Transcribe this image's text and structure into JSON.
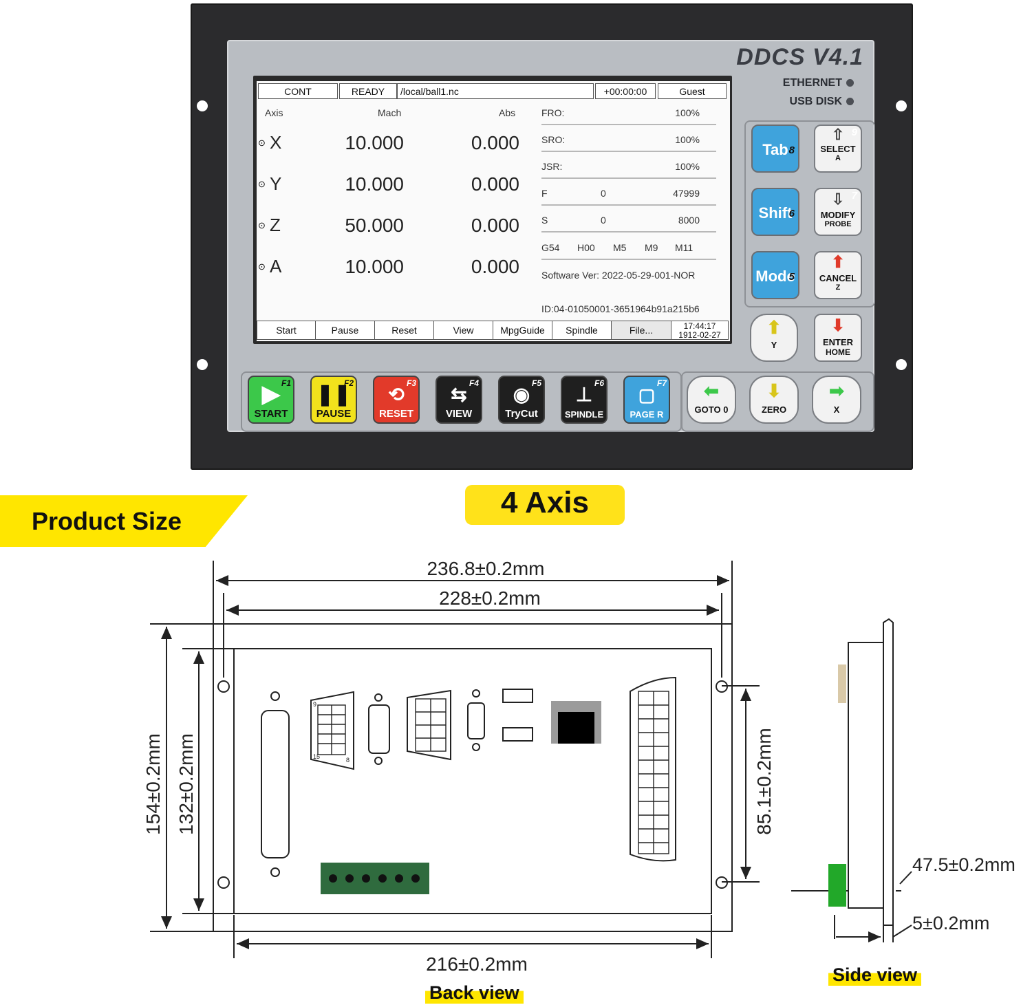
{
  "device": {
    "brand": "DDCS V4.1",
    "indicators": [
      "ETHERNET",
      "USB DISK"
    ]
  },
  "lcd": {
    "header": {
      "mode": "CONT",
      "state": "READY",
      "file": "/local/ball1.nc",
      "time": "+00:00:00",
      "user": "Guest"
    },
    "columns": {
      "axis": "Axis",
      "mach": "Mach",
      "abs": "Abs"
    },
    "axes": [
      {
        "name": "X",
        "mach": "10.000",
        "abs": "0.000"
      },
      {
        "name": "Y",
        "mach": "10.000",
        "abs": "0.000"
      },
      {
        "name": "Z",
        "mach": "50.000",
        "abs": "0.000"
      },
      {
        "name": "A",
        "mach": "10.000",
        "abs": "0.000"
      }
    ],
    "rates": [
      {
        "label": "FRO:",
        "mid": "",
        "value": "100%"
      },
      {
        "label": "SRO:",
        "mid": "",
        "value": "100%"
      },
      {
        "label": "JSR:",
        "mid": "",
        "value": "100%"
      },
      {
        "label": "F",
        "mid": "0",
        "value": "47999"
      },
      {
        "label": "S",
        "mid": "0",
        "value": "8000"
      }
    ],
    "codes": [
      "G54",
      "H00",
      "M5",
      "M9",
      "M11"
    ],
    "software": "Software Ver: 2022-05-29-001-NOR",
    "id": "ID:04-01050001-3651964b91a215b6",
    "tabs": [
      "Start",
      "Pause",
      "Reset",
      "View",
      "MpgGuide",
      "Spindle",
      "File..."
    ],
    "clock": {
      "time": "17:44:17",
      "date": "1912-02-27"
    }
  },
  "side_keys": [
    {
      "label": "Tab",
      "num": "8",
      "style": "blue"
    },
    {
      "label": "SELECT",
      "sub": "A",
      "top": "A",
      "num": "9",
      "style": "white"
    },
    {
      "label": "Shift",
      "num": "6",
      "style": "blue"
    },
    {
      "label": "MODIFY",
      "sub": "PROBE",
      "top": "A",
      "num": "7",
      "style": "white"
    },
    {
      "label": "Mode",
      "num": "5",
      "style": "blue"
    },
    {
      "label": "CANCEL",
      "sub": "Z",
      "top": "Z+",
      "num": "",
      "style": "white"
    },
    {
      "label": "Y",
      "top": "Y+",
      "style": "round"
    },
    {
      "label": "ENTER",
      "sub": "HOME",
      "top": "Z-",
      "style": "white"
    }
  ],
  "function_keys": [
    {
      "label": "START",
      "fn": "F1",
      "color": "#3cc84a"
    },
    {
      "label": "PAUSE",
      "fn": "F2",
      "color": "#f2e21c"
    },
    {
      "label": "RESET",
      "fn": "F3",
      "color": "#e23a2a"
    },
    {
      "label": "VIEW",
      "fn": "F4",
      "color": "#1f1f1f"
    },
    {
      "label": "TryCut",
      "fn": "F5",
      "color": "#1f1f1f"
    },
    {
      "label": "SPINDLE",
      "fn": "F6",
      "color": "#1f1f1f"
    },
    {
      "label": "PAGE R",
      "fn": "F7",
      "color": "#3fa3dc"
    }
  ],
  "bottom_keys": [
    {
      "label": "GOTO 0",
      "top": "X-"
    },
    {
      "label": "ZERO",
      "top": "Y-"
    },
    {
      "label": "X",
      "top": "X+"
    }
  ],
  "banner": "Product Size",
  "axis_badge": "4 Axis",
  "dimensions": {
    "overall_width": "236.8±0.2mm",
    "hole_width": "228±0.2mm",
    "overall_height": "154±0.2mm",
    "inner_height": "132±0.2mm",
    "hole_height": "85.1±0.2mm",
    "inner_width": "216±0.2mm",
    "depth": "47.5±0.2mm",
    "flange": "5±0.2mm"
  },
  "connector_labels": {
    "a_top": "9",
    "a_bottom": "15",
    "a_right": "8"
  },
  "views": {
    "back": "Back view",
    "side": "Side view"
  }
}
